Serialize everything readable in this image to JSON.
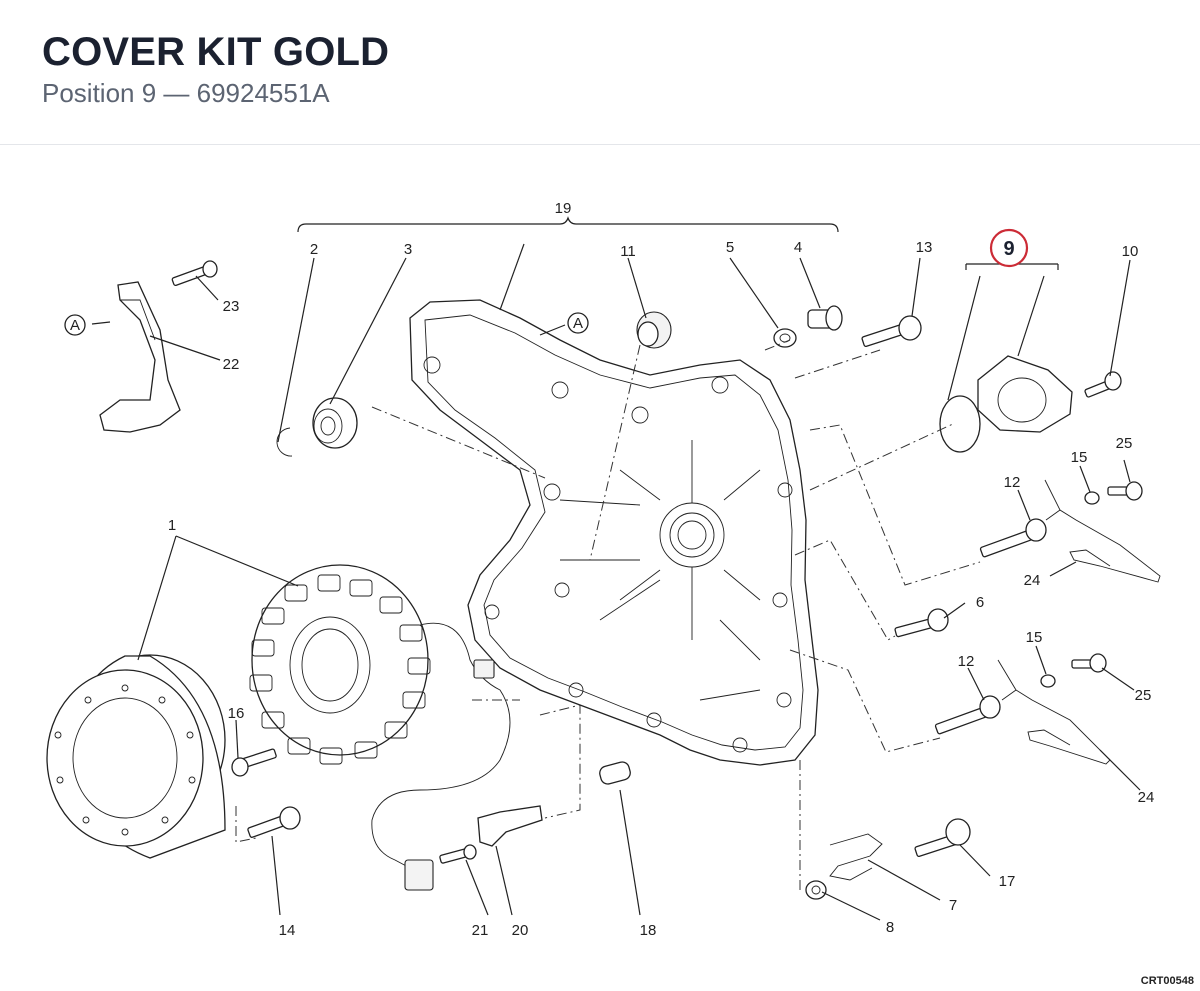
{
  "header": {
    "title": "COVER KIT GOLD",
    "subtitle": "Position 9 — 69924551A"
  },
  "diagram": {
    "highlight_label": "9",
    "highlight_color": "#cc2b36",
    "callouts": {
      "c1": "1",
      "c2": "2",
      "c3": "3",
      "c4": "4",
      "c5": "5",
      "c6": "6",
      "c7": "7",
      "c8": "8",
      "c10": "10",
      "c11": "11",
      "c12a": "12",
      "c12b": "12",
      "c13": "13",
      "c14": "14",
      "c15a": "15",
      "c15b": "15",
      "c16": "16",
      "c17": "17",
      "c18": "18",
      "c19": "19",
      "c20": "20",
      "c21": "21",
      "c22": "22",
      "c23": "23",
      "c24a": "24",
      "c24b": "24",
      "c25a": "25",
      "c25b": "25"
    },
    "ref_markers": {
      "a1": "A",
      "a2": "A"
    },
    "drawing_code": "CRT00548"
  }
}
